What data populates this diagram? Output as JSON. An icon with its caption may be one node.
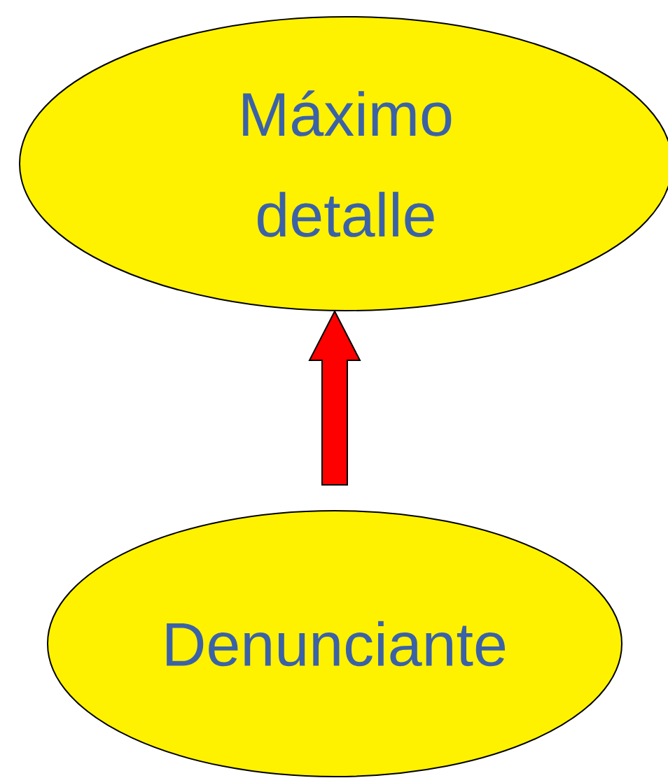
{
  "diagram": {
    "nodes": [
      {
        "text": [
          "Máximo detalle"
        ]
      },
      {
        "text": [
          "Denunciante"
        ]
      }
    ],
    "edges": [
      {
        "from": 1,
        "to": 0,
        "arrow": "to",
        "style": "thick",
        "color": "#ff0000"
      }
    ]
  }
}
